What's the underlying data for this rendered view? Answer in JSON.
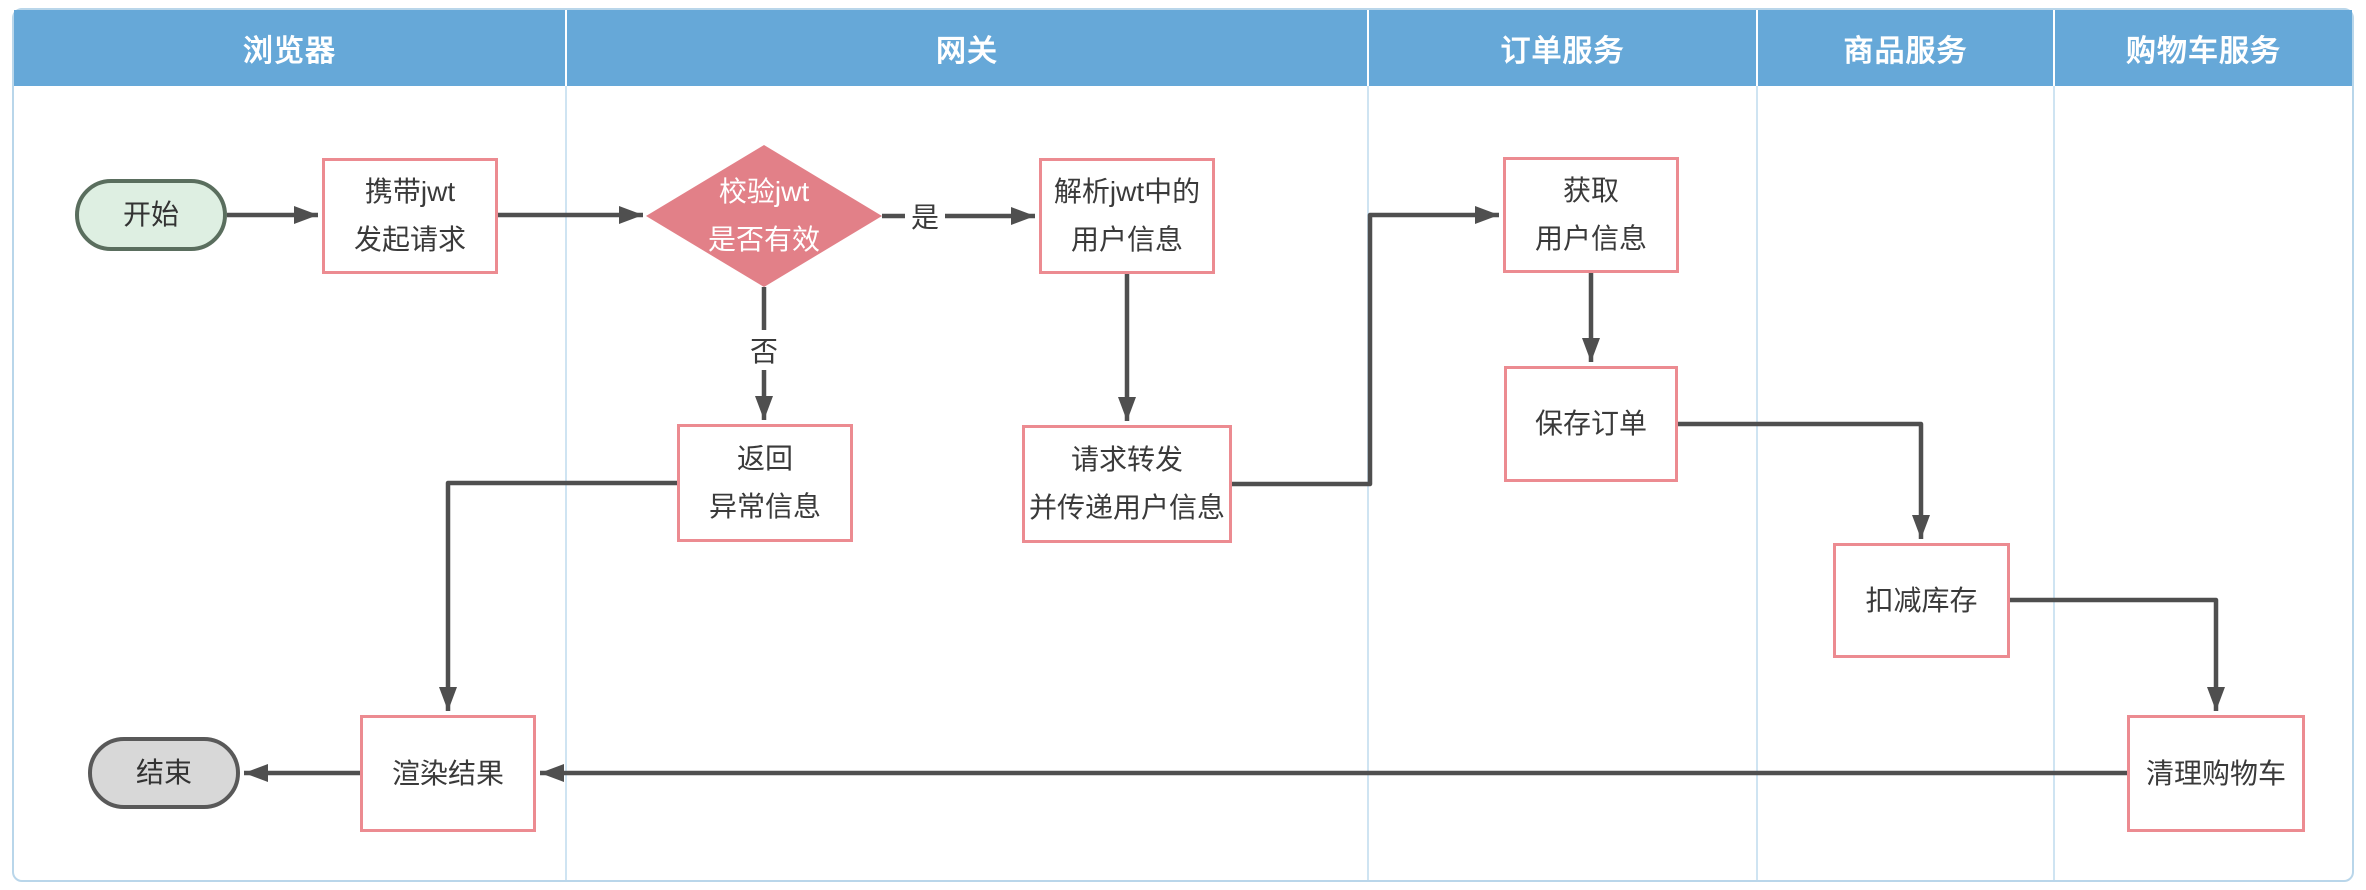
{
  "diagram": {
    "lanes": [
      {
        "label": "浏览器"
      },
      {
        "label": "网关"
      },
      {
        "label": "订单服务"
      },
      {
        "label": "商品服务"
      },
      {
        "label": "购物车服务"
      }
    ],
    "nodes": {
      "start": {
        "type": "terminal",
        "label": "开始"
      },
      "carry_jwt": {
        "type": "process",
        "label": "携带jwt\n发起请求"
      },
      "validate_jwt": {
        "type": "decision",
        "label": "校验jwt\n是否有效"
      },
      "parse_jwt": {
        "type": "process",
        "label": "解析jwt中的\n用户信息"
      },
      "return_error": {
        "type": "process",
        "label": "返回\n异常信息"
      },
      "forward_request": {
        "type": "process",
        "label": "请求转发\n并传递用户信息"
      },
      "get_user_info": {
        "type": "process",
        "label": "获取\n用户信息"
      },
      "save_order": {
        "type": "process",
        "label": "保存订单"
      },
      "deduct_stock": {
        "type": "process",
        "label": "扣减库存"
      },
      "clear_cart": {
        "type": "process",
        "label": "清理购物车"
      },
      "render_result": {
        "type": "process",
        "label": "渲染结果"
      },
      "end": {
        "type": "terminal",
        "label": "结束"
      }
    },
    "edge_labels": {
      "yes": "是",
      "no": "否"
    },
    "colors": {
      "header_bg": "#66a8d8",
      "header_text": "#ffffff",
      "lane_divider": "#cfe4f2",
      "canvas_border": "#b9d6ea",
      "process_border": "#ec8b91",
      "process_fill": "#ffffff",
      "decision_fill": "#e28088",
      "decision_text": "#ffffff",
      "start_fill": "#deefe2",
      "start_border": "#5a6e5e",
      "end_fill": "#d8d8d8",
      "end_border": "#595959",
      "arrow": "#4f4f4f",
      "text": "#3a3a3a"
    }
  }
}
